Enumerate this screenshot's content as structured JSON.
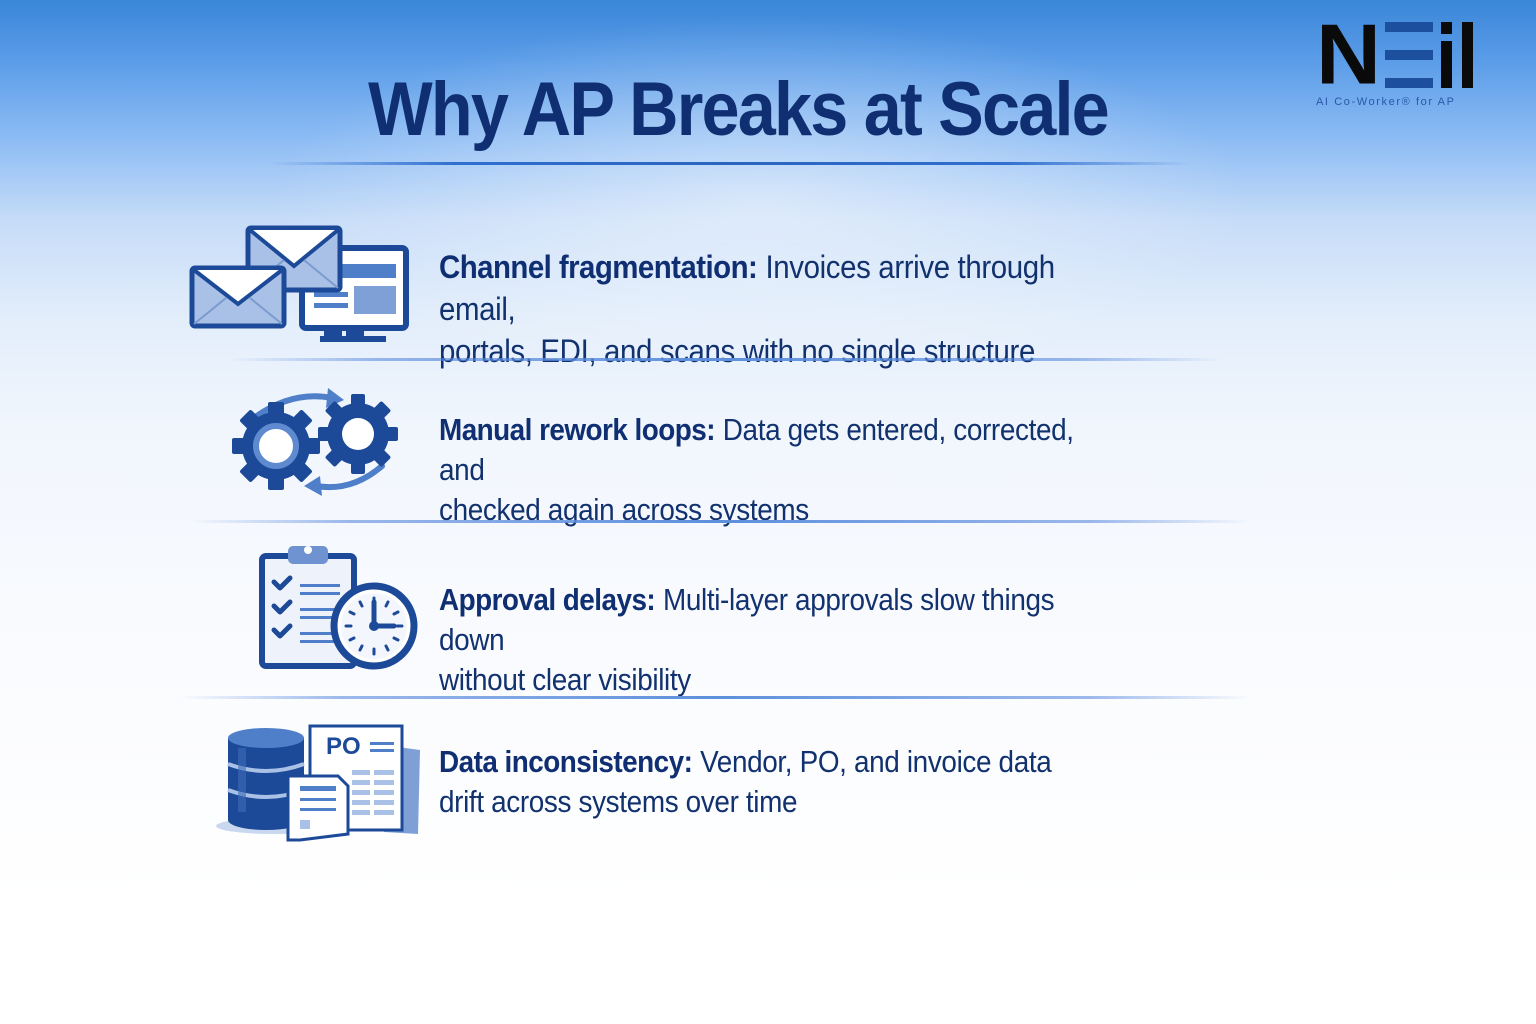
{
  "logo": {
    "wordmark": "NEil",
    "letters": {
      "n": "N",
      "e": "E",
      "i": "i",
      "l": "l"
    },
    "tagline": "AI Co-Worker® for AP"
  },
  "header": {
    "title": "Why AP Breaks at Scale"
  },
  "items": [
    {
      "icon": "envelopes-monitor-icon",
      "lead": "Channel fragmentation:",
      "body_line1": "Invoices arrive through email,",
      "body_line2": "portals, EDI, and scans with no single structure"
    },
    {
      "icon": "gears-cycle-icon",
      "lead": "Manual rework loops:",
      "body_line1": "Data gets entered, corrected, and",
      "body_line2": "checked again across systems"
    },
    {
      "icon": "clipboard-clock-icon",
      "lead": "Approval delays:",
      "body_line1": "Multi-layer approvals slow things down",
      "body_line2": "without clear visibility"
    },
    {
      "icon": "database-po-documents-icon",
      "lead": "Data inconsistency:",
      "body_line1": "Vendor, PO, and invoice data",
      "body_line2": "drift across systems over time",
      "po_label": "PO"
    }
  ],
  "colors": {
    "title": "#0f2f72",
    "body_text": "#12326f",
    "icon_dark": "#1d4a98",
    "icon_mid": "#4f7fc8",
    "icon_light": "#a9c1e6",
    "logo_black": "#0a0a0a",
    "logo_blue": "#1d4f9f",
    "bg_top": "#3a86d8",
    "bg_bottom": "#ffffff"
  }
}
